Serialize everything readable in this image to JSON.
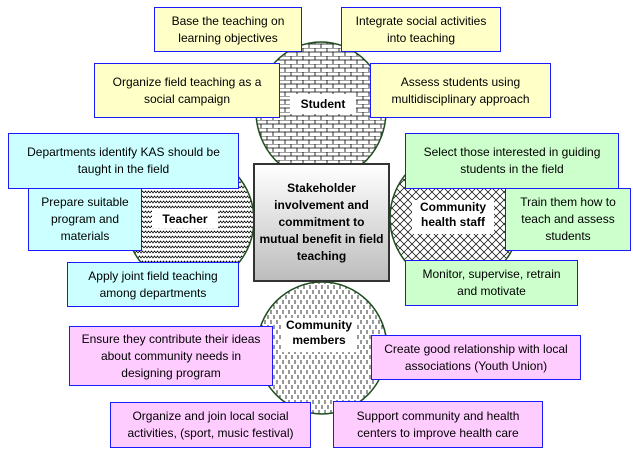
{
  "center": "Stakeholder involvement and commitment to mutual benefit in field teaching",
  "stakeholders": {
    "student": "Student",
    "teacher": "Teacher",
    "health_staff": "Community health staff",
    "members": "Community members"
  },
  "student_items": [
    "Base the teaching on learning objectives",
    "Integrate social activities into teaching",
    "Organize field teaching as a social campaign",
    "Assess students using multidisciplinary approach"
  ],
  "teacher_items": [
    "Departments identify KAS should be taught in the field",
    "Prepare suitable program and materials",
    "Apply joint field teaching among departments"
  ],
  "health_items": [
    "Select those interested in guiding students in the field",
    "Train them how to teach and assess students",
    "Monitor, supervise, retrain and motivate"
  ],
  "member_items": [
    "Ensure they contribute their ideas about community needs in designing program",
    "Create good relationship with local associations (Youth Union)",
    "Organize and join local social activities, (sport, music festival)",
    "Support community and health centers to improve health care"
  ],
  "colors": {
    "student": "#ffffc8",
    "teacher": "#ccffff",
    "health": "#ccffcc",
    "members": "#ffccff",
    "border": "#1a1aff"
  }
}
